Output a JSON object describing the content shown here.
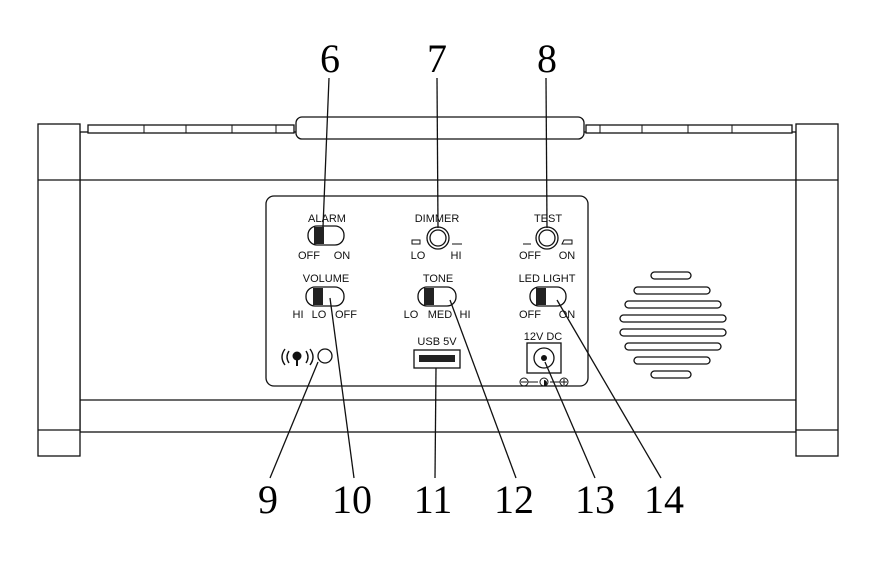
{
  "labels": {
    "alarm": "ALARM",
    "alarm_off": "OFF",
    "alarm_on": "ON",
    "dimmer": "DIMMER",
    "dimmer_lo": "LO",
    "dimmer_hi": "HI",
    "test": "TEST",
    "test_off": "OFF",
    "test_on": "ON",
    "volume": "VOLUME",
    "volume_hi": "HI",
    "volume_lo": "LO",
    "volume_off": "OFF",
    "tone": "TONE",
    "tone_lo": "LO",
    "tone_med": "MED",
    "tone_hi": "HI",
    "led_light": "LED  LIGHT",
    "led_off": "OFF",
    "led_on": "ON",
    "usb": "USB  5V",
    "dc": "12V  DC"
  },
  "callouts": {
    "c6": "6",
    "c7": "7",
    "c8": "8",
    "c9": "9",
    "c10": "10",
    "c11": "11",
    "c12": "12",
    "c13": "13",
    "c14": "14"
  }
}
